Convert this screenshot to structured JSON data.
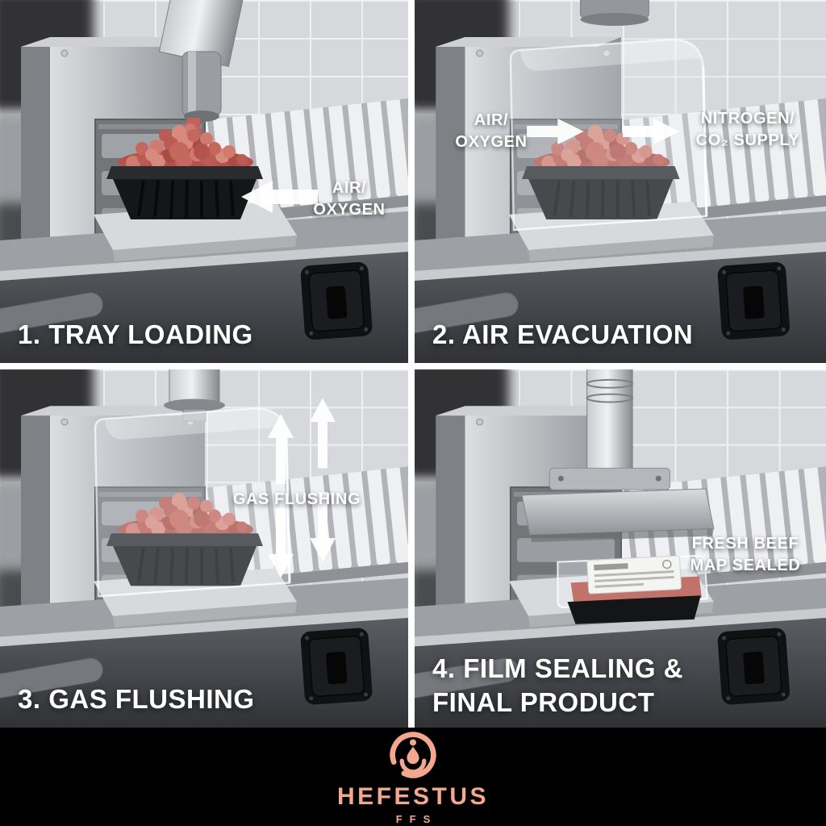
{
  "colors": {
    "accent_salmon": "#F2A78E",
    "footer_bg": "#000000",
    "label_white": "#FFFFFF",
    "meat_red": "#C4685F",
    "machine_grey": "#9A9DA2"
  },
  "panels": [
    {
      "step": "1",
      "title_lines": [
        "1. TRAY LOADING"
      ],
      "labels": {
        "air_oxygen": [
          "AIR/",
          "OXYGEN"
        ]
      }
    },
    {
      "step": "2",
      "title_lines": [
        "2. AIR EVACUATION"
      ],
      "labels": {
        "air_oxygen": [
          "AIR/",
          "OXYGEN"
        ],
        "nitrogen_supply": [
          "NITROGEN/",
          "CO₂ SUPPLY"
        ]
      }
    },
    {
      "step": "3",
      "title_lines": [
        "3. GAS FLUSHING"
      ],
      "labels": {
        "gas_flushing": [
          "GAS FLUSHING"
        ]
      }
    },
    {
      "step": "4",
      "title_lines": [
        "4. FILM SEALING &",
        "FINAL PRODUCT"
      ],
      "labels": {
        "fresh_beef": [
          "FRESH BEEF",
          "MAP SEALED"
        ]
      }
    }
  ],
  "footer": {
    "brand": "HEFESTUS",
    "subbrand": "FFS"
  }
}
